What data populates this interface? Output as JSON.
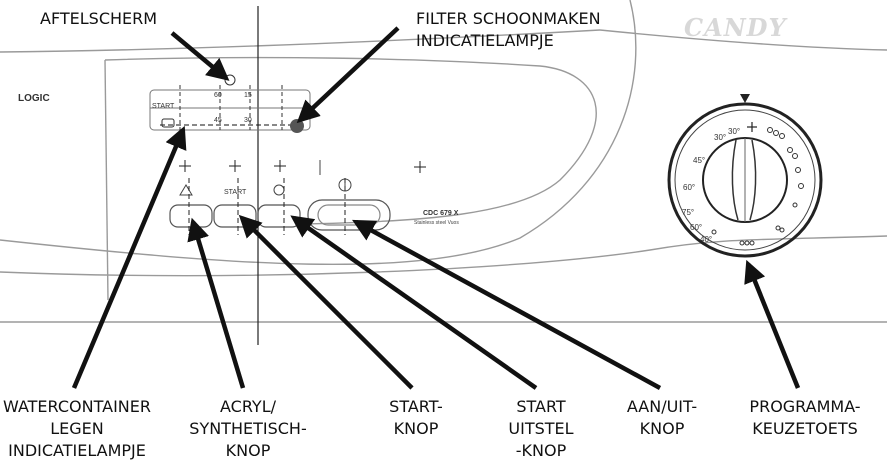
{
  "brand": "CANDY",
  "panel": {
    "logic_label": "LOGIC",
    "model": "CDC 679 X",
    "model_sub": "Stainless steel Vuos",
    "start_label": "START",
    "button_start_label": "START",
    "temperatures": [
      "60°",
      "40°",
      "30°",
      "75°",
      "60°",
      "45°",
      "30°"
    ],
    "timer_marks": [
      "60",
      "15"
    ],
    "timer_marks_lower": [
      "45",
      "30"
    ]
  },
  "labels": {
    "aftelscherm": "AFTELSCHERM",
    "filter_line1": "FILTER SCHOONMAKEN",
    "filter_line2": "INDICATIELAMPJE",
    "water_line1": "WATERCONTAINER",
    "water_line2": "LEGEN",
    "water_line3": "INDICATIELAMPJE",
    "acryl_line1": "ACRYL/",
    "acryl_line2": "SYNTHETISCH-",
    "acryl_line3": "KNOP",
    "start_line1": "START-",
    "start_line2": "KNOP",
    "uitstel_line1": "START",
    "uitstel_line2": "UITSTEL",
    "uitstel_line3": "-KNOP",
    "aanuit_line1": "AAN/UIT-",
    "aanuit_line2": "KNOP",
    "programma_line1": "PROGRAMMA-",
    "programma_line2": "KEUZETOETS"
  }
}
